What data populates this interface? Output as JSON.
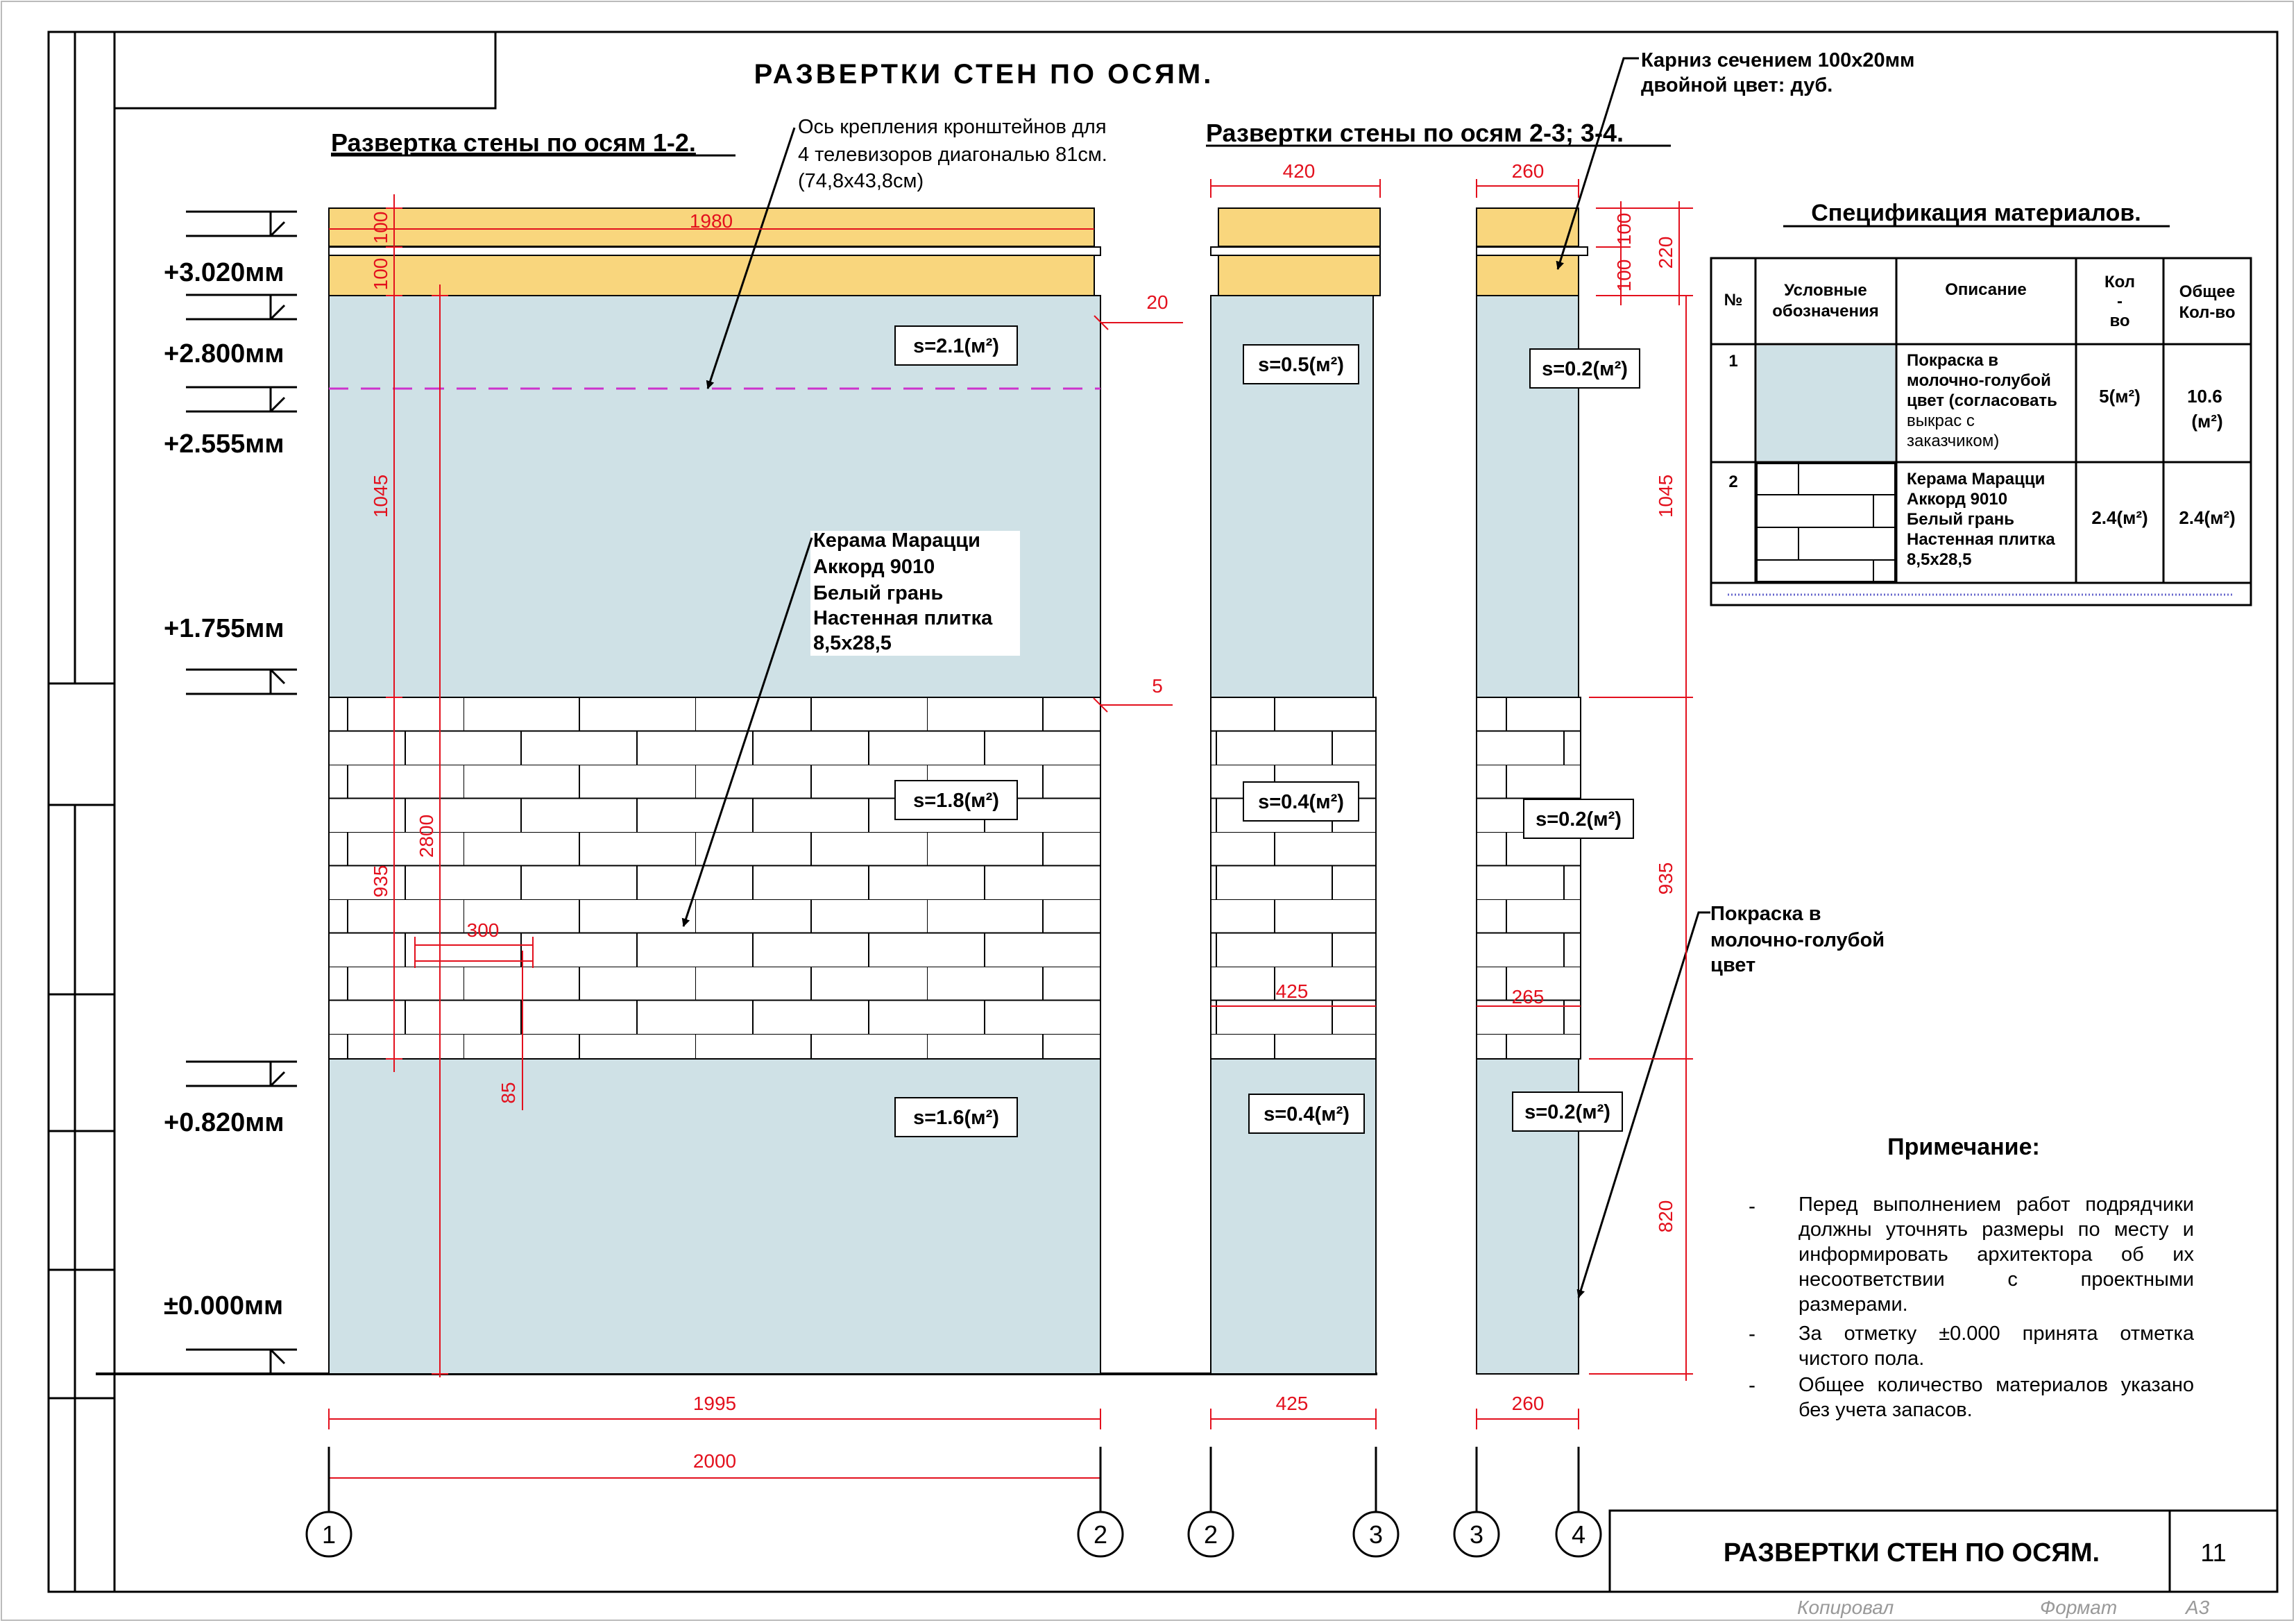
{
  "sheet": {
    "title": "РАЗВЕРТКИ СТЕН ПО ОСЯМ.",
    "stamp_title": "РАЗВЕРТКИ СТЕН ПО ОСЯМ.",
    "sheet_number": "11",
    "footer_copy": "Копировал",
    "footer_format": "Формат",
    "footer_size": "А3"
  },
  "views": {
    "wall_1_2_title": "Развертка стены по осям 1-2.",
    "wall_2_3_title": "Развертки стены по осям 2-3; 3-4."
  },
  "levels": [
    "+3.020мм",
    "+2.800мм",
    "+2.555мм",
    "+1.755мм",
    "+0.820мм",
    "±0.000мм"
  ],
  "callouts": {
    "bracket_axis": [
      "Ось крепления кронштейнов для",
      "4 телевизоров диагональю 81см.",
      "(74,8х43,8см)"
    ],
    "cornice": [
      "Карниз сечением 100х20мм",
      "двойной цвет: дуб."
    ],
    "tile": [
      "Керама Марацци",
      "Аккорд 9010",
      "Белый грань",
      "Настенная плитка",
      "8,5х28,5"
    ],
    "paint": [
      "Покраска в",
      "молочно-голубой",
      "цвет"
    ]
  },
  "areas": {
    "w12_top": "s=2.1(м²)",
    "w12_mid": "s=1.8(м²)",
    "w12_bot": "s=1.6(м²)",
    "w23_top": "s=0.5(м²)",
    "w23_mid": "s=0.4(м²)",
    "w23_bot": "s=0.4(м²)",
    "w34_top": "s=0.2(м²)",
    "w34_mid": "s=0.2(м²)",
    "w34_bot": "s=0.2(м²)"
  },
  "dimensions": {
    "d1980": "1980",
    "d100a": "100",
    "d100b": "100",
    "d20": "20",
    "d5": "5",
    "d1045": "1045",
    "d2800": "2800",
    "d935": "935",
    "d300": "300",
    "d85": "85",
    "d1995": "1995",
    "d2000": "2000",
    "d420": "420",
    "d425a": "425",
    "d425b": "425",
    "d260a": "260",
    "d265": "265",
    "d260b": "260",
    "r100a": "100",
    "r100b": "100",
    "r220": "220",
    "r1045": "1045",
    "r935": "935",
    "r820": "820"
  },
  "axes": [
    "1",
    "2",
    "2",
    "3",
    "3",
    "4"
  ],
  "spec": {
    "title": "Спецификация материалов.",
    "headers": [
      "№",
      "Условные обозначения",
      "Описание",
      "Кол - во",
      "Общее Кол-во"
    ],
    "rows": [
      {
        "num": "1",
        "desc": [
          "Покраска в",
          "молочно-голубой",
          "цвет (согласовать",
          "выкрас с",
          "заказчиком)"
        ],
        "qty": "5(м²)",
        "total": [
          "10.6",
          "(м²)"
        ]
      },
      {
        "num": "2",
        "desc": [
          "Керама Марацци",
          "Аккорд 9010",
          "Белый грань",
          "Настенная плитка",
          "8,5х28,5"
        ],
        "qty": "2.4(м²)",
        "total": [
          "2.4(м²)"
        ]
      }
    ]
  },
  "notes": {
    "title": "Примечание:",
    "items": [
      "Перед выполнением работ подрядчики должны уточнять размеры по месту и информировать архитектора об их несоответствии с проектными размерами.",
      "За отметку ±0.000 принята отметка чистого пола.",
      "Общее количество материалов указано без учета запасов."
    ]
  },
  "colors": {
    "wall": "#cfe1e6",
    "cornice": "#f9d67d",
    "dimension": "#e3101d",
    "axis_line": "#cc33cc"
  }
}
